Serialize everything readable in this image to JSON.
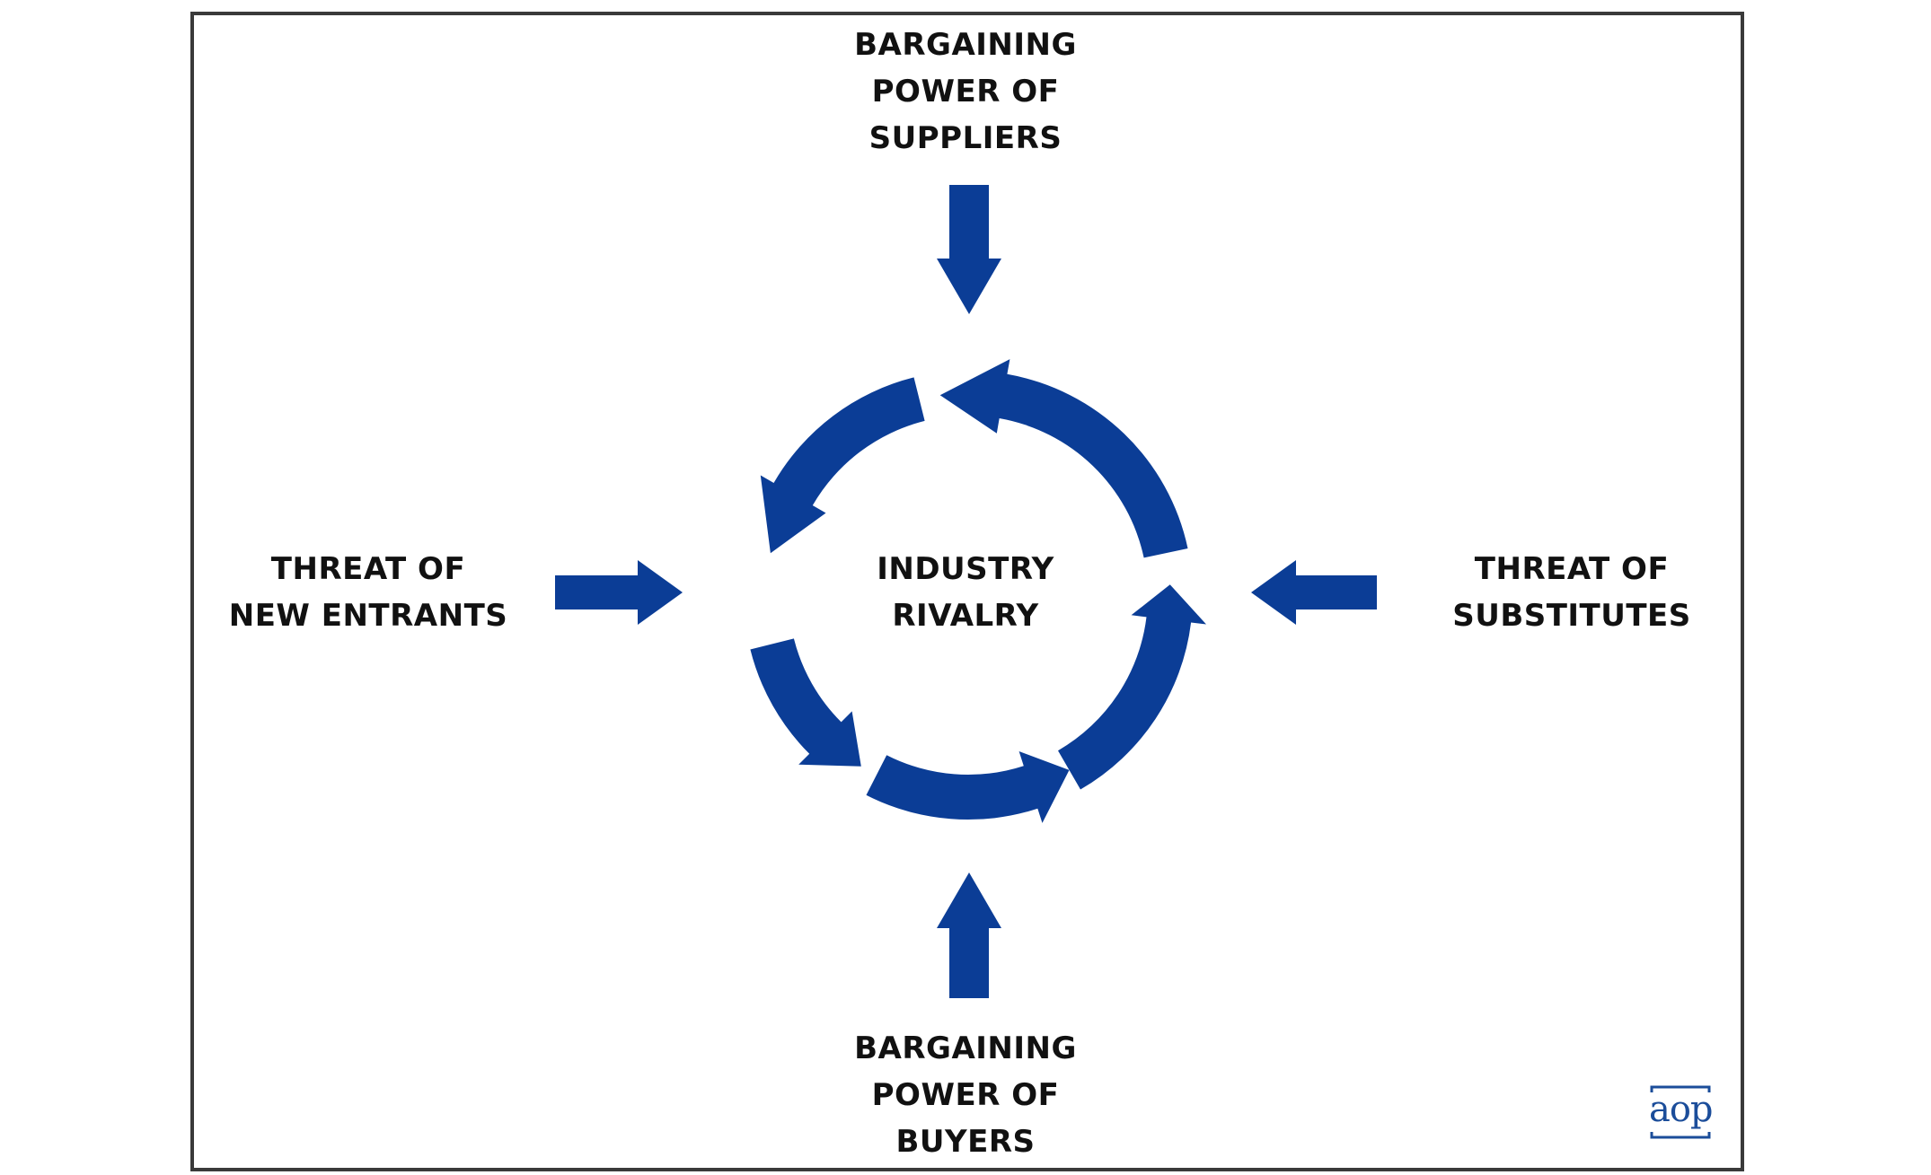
{
  "diagram": {
    "top_label": [
      "BARGAINING",
      "POWER OF",
      "SUPPLIERS"
    ],
    "bottom_label": [
      "BARGAINING",
      "POWER OF",
      "BUYERS"
    ],
    "left_label": [
      "THREAT OF",
      "NEW ENTRANTS"
    ],
    "right_label": [
      "THREAT OF",
      "SUBSTITUTES"
    ],
    "center_label": [
      "INDUSTRY",
      "RIVALRY"
    ]
  },
  "logo": {
    "text": "aop"
  },
  "colors": {
    "arrow": "#0b3d96",
    "text": "#111111",
    "border": "#3a3a3a",
    "logo": "#1b4d9a"
  }
}
